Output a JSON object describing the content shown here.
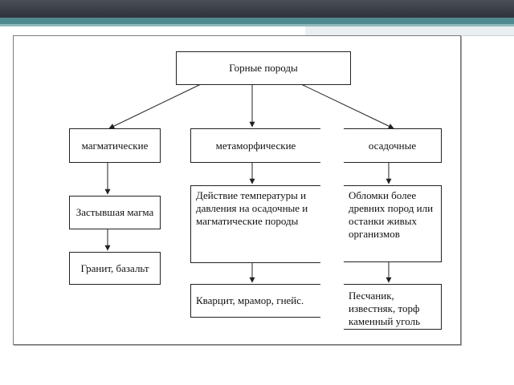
{
  "diagram": {
    "root": "Горные породы",
    "branches": [
      {
        "category": "магматические",
        "process": "Застывшая магма",
        "examples": "Гранит, базальт"
      },
      {
        "category": "метаморфические",
        "process": "Действие температуры и давления на осадочные и магматические породы",
        "examples": "Кварцит, мрамор, гнейс."
      },
      {
        "category": "осадочные",
        "process": "Обломки более древних пород или останки живых организмов",
        "examples": "Песчаник, известняк, торф каменный уголь"
      }
    ]
  },
  "colors": {
    "topbar": "#3a3e45",
    "teal_stripe": "#4f8a90",
    "line": "#222222"
  }
}
